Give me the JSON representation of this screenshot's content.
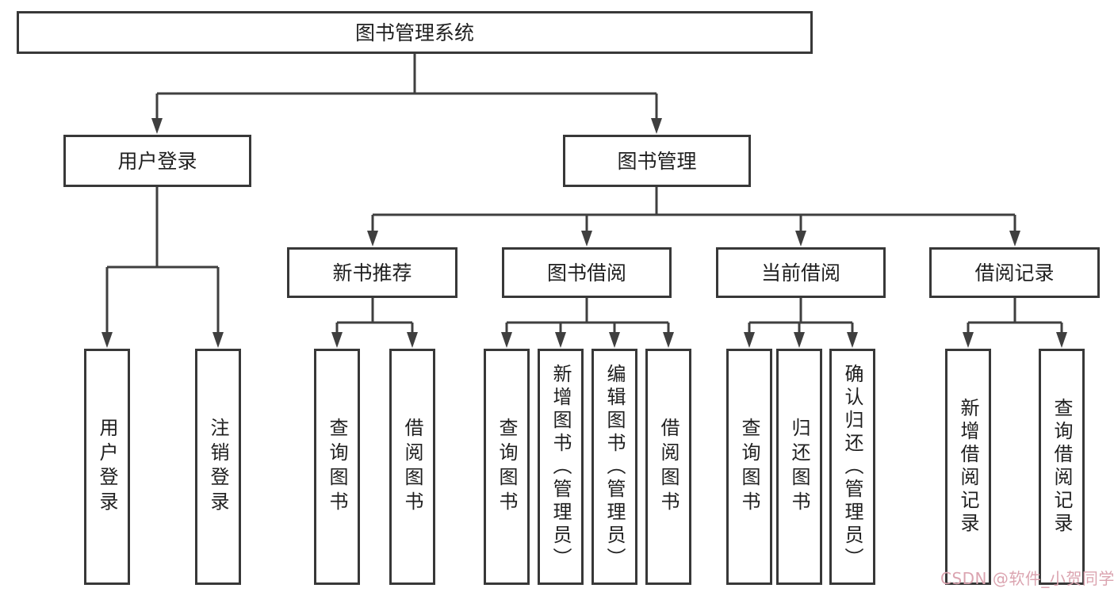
{
  "tree": {
    "root": {
      "label": "图书管理系统"
    },
    "level2": [
      {
        "label": "用户登录"
      },
      {
        "label": "图书管理"
      }
    ],
    "level3": [
      {
        "label": "新书推荐",
        "parent": "图书管理"
      },
      {
        "label": "图书借阅",
        "parent": "图书管理"
      },
      {
        "label": "当前借阅",
        "parent": "图书管理"
      },
      {
        "label": "借阅记录",
        "parent": "图书管理"
      }
    ],
    "leaves": [
      {
        "label": "用户登录",
        "parent": "用户登录"
      },
      {
        "label": "注销登录",
        "parent": "用户登录"
      },
      {
        "label": "查询图书",
        "parent": "新书推荐"
      },
      {
        "label": "借阅图书",
        "parent": "新书推荐"
      },
      {
        "label": "查询图书",
        "parent": "图书借阅"
      },
      {
        "label": "新增图书（管理员）",
        "parent": "图书借阅"
      },
      {
        "label": "编辑图书（管理员）",
        "parent": "图书借阅"
      },
      {
        "label": "借阅图书",
        "parent": "图书借阅"
      },
      {
        "label": "查询图书",
        "parent": "当前借阅"
      },
      {
        "label": "归还图书",
        "parent": "当前借阅"
      },
      {
        "label": "确认归还（管理员）",
        "parent": "当前借阅"
      },
      {
        "label": "新增借阅记录",
        "parent": "借阅记录"
      },
      {
        "label": "查询借阅记录",
        "parent": "借阅记录"
      }
    ]
  },
  "watermark": {
    "text": "CSDN @软件_小贺同学"
  },
  "colors": {
    "line": "#3f3f3f",
    "border": "#383838",
    "text": "#1f1f1f",
    "background": "#ffffff",
    "watermark": "#dba4b0"
  }
}
